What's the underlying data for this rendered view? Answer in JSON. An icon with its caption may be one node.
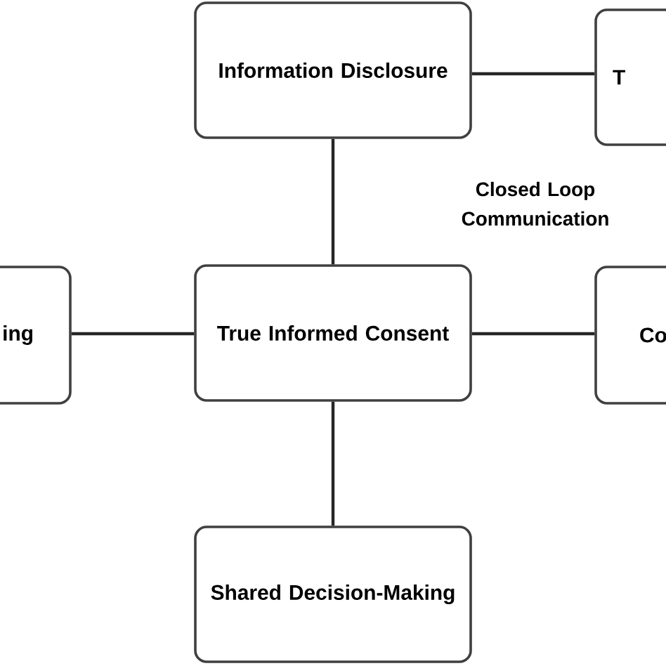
{
  "diagram": {
    "nodes": [
      {
        "text": [
          "Information Disclosure"
        ]
      },
      {
        "text": [
          "T"
        ]
      },
      {
        "text": [
          "ing"
        ]
      },
      {
        "text": [
          "True Informed Consent"
        ]
      },
      {
        "text": [
          "Co"
        ]
      },
      {
        "text": [
          "Shared Decision-Making"
        ]
      }
    ],
    "edges": [
      {
        "from": 0,
        "to": 1,
        "arrow": "none"
      },
      {
        "from": 0,
        "to": 3,
        "arrow": "none"
      },
      {
        "from": 2,
        "to": 3,
        "arrow": "none"
      },
      {
        "from": 3,
        "to": 4,
        "arrow": "none"
      },
      {
        "from": 3,
        "to": 5,
        "arrow": "none"
      }
    ],
    "labels": [
      "Closed Loop Communication"
    ]
  }
}
